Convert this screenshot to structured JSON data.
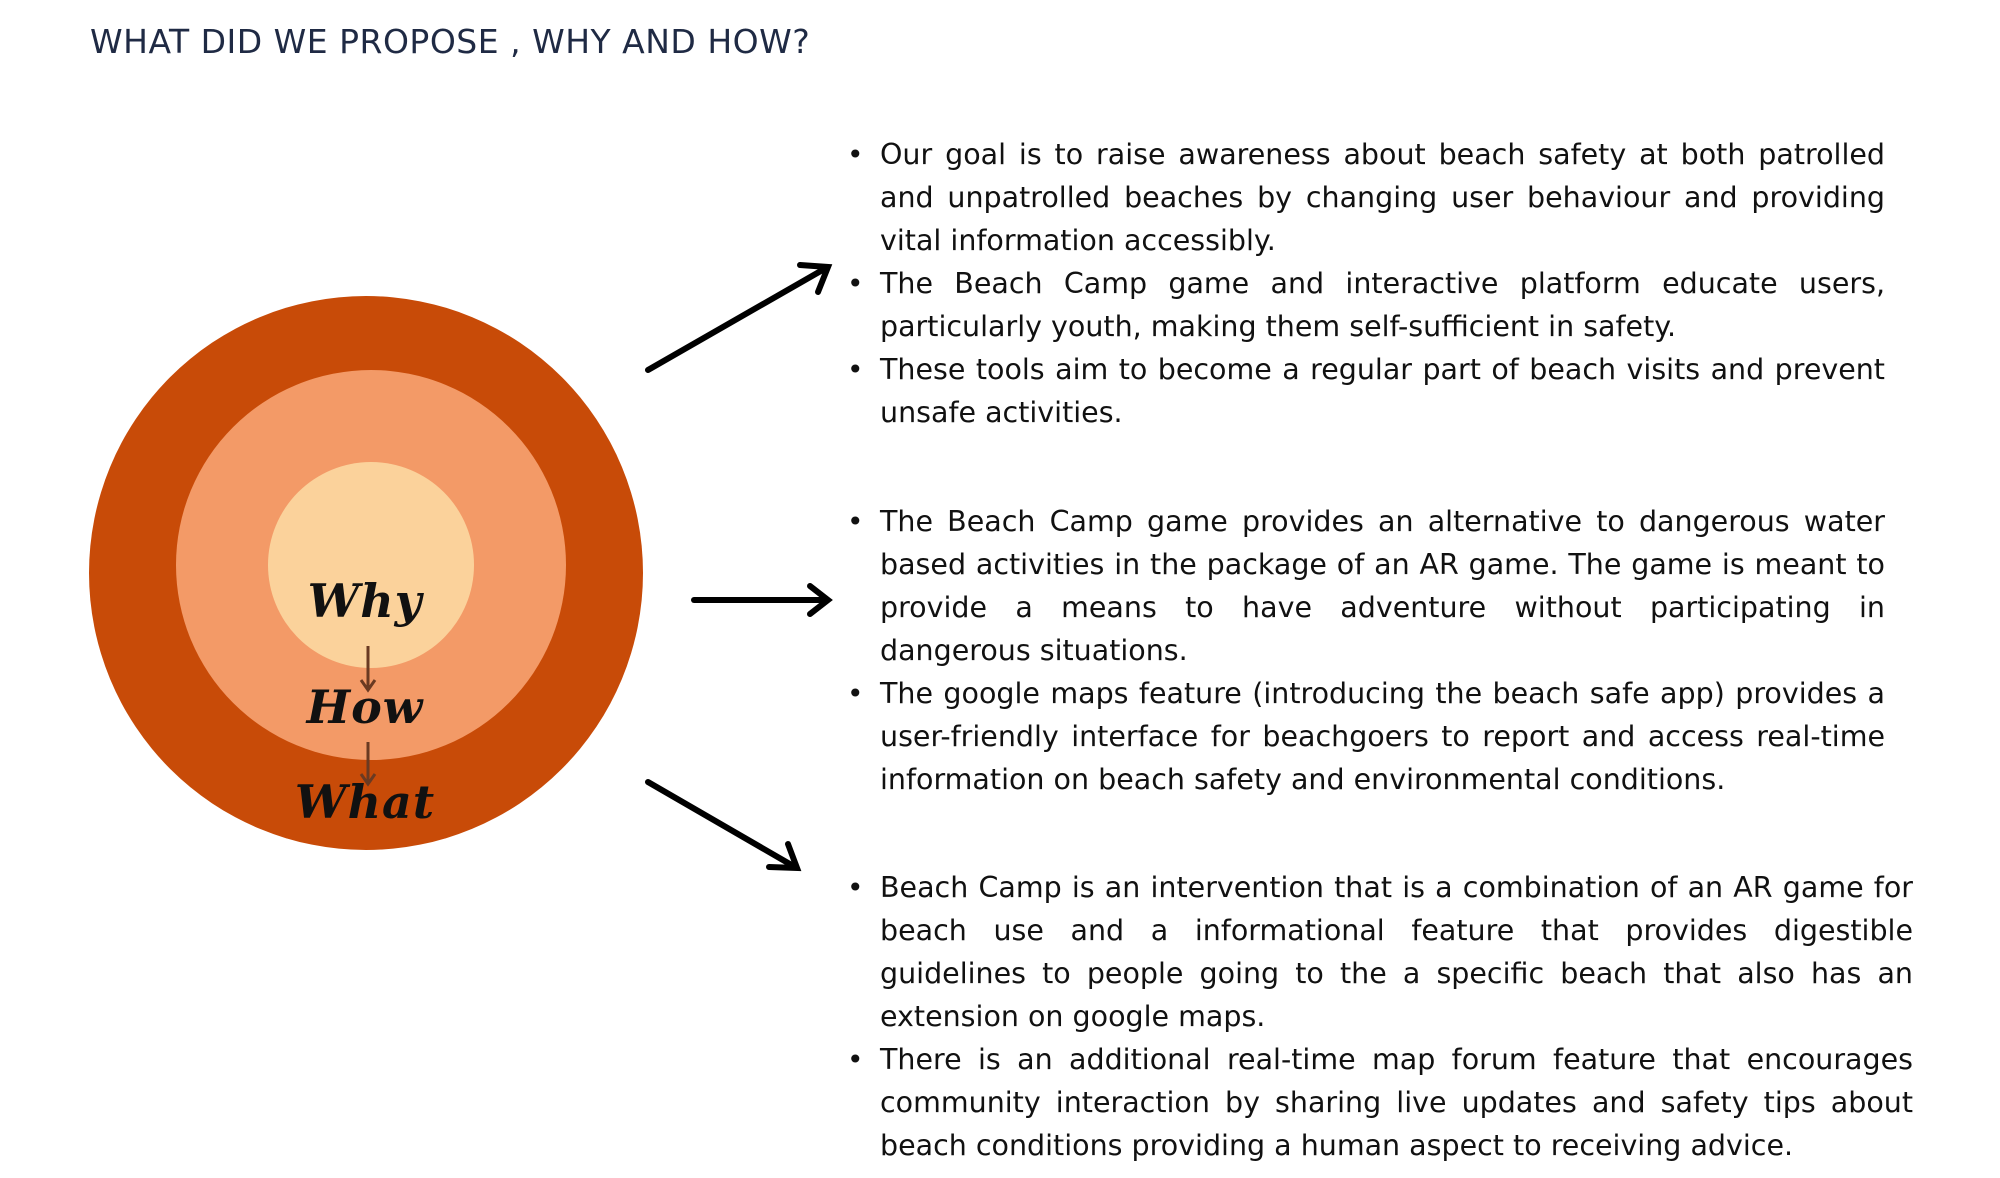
{
  "title": "WHAT DID WE PROPOSE , WHY AND HOW?",
  "diagram": {
    "labels": {
      "why": "Why",
      "how": "How",
      "what": "What"
    },
    "colors": {
      "outer": "#c84b08",
      "middle": "#f39a67",
      "inner": "#fbd29b"
    }
  },
  "sections": {
    "why": [
      "Our goal is to raise awareness about beach safety at both patrolled and unpatrolled beaches by changing user behaviour and providing vital information accessibly.",
      "The Beach Camp game and interactive platform educate users, particularly youth, making them self-sufficient in safety.",
      " These tools aim to become a regular part of beach visits and prevent unsafe activities."
    ],
    "how": [
      "The Beach Camp game provides an alternative to dangerous water based activities in the package of an AR game. The game is meant to provide a means to have adventure without participating in dangerous situations.",
      "The google maps feature (introducing the beach safe app) provides a user-friendly interface for beachgoers to report and access real-time information on beach safety and environmental conditions."
    ],
    "what": [
      "Beach Camp is an intervention that is a combination of an AR game for beach use and a informational feature that provides digestible guidelines to people going to the a specific beach that also has an extension on google maps.",
      "There is an additional real-time map forum feature that encourages community interaction by sharing live updates and safety tips about beach conditions providing a human aspect to receiving advice."
    ]
  }
}
